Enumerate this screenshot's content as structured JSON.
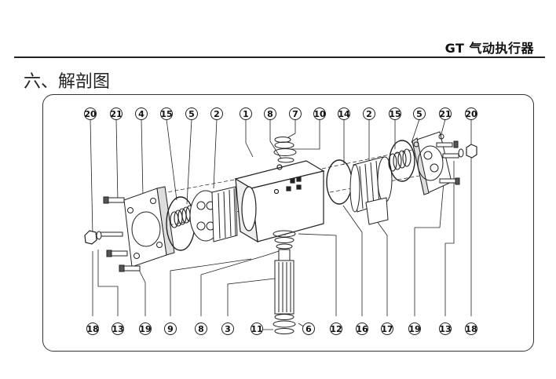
{
  "header": {
    "title": "GT 气动执行器"
  },
  "section": {
    "title": "六、解剖图"
  },
  "callouts_top": [
    "20",
    "21",
    "4",
    "15",
    "5",
    "2",
    "1",
    "8",
    "7",
    "10",
    "14",
    "2",
    "15",
    "5",
    "21",
    "20"
  ],
  "callouts_bottom": [
    "18",
    "13",
    "19",
    "9",
    "8",
    "3",
    "11",
    "6",
    "12",
    "16",
    "17",
    "19",
    "13",
    "18"
  ]
}
